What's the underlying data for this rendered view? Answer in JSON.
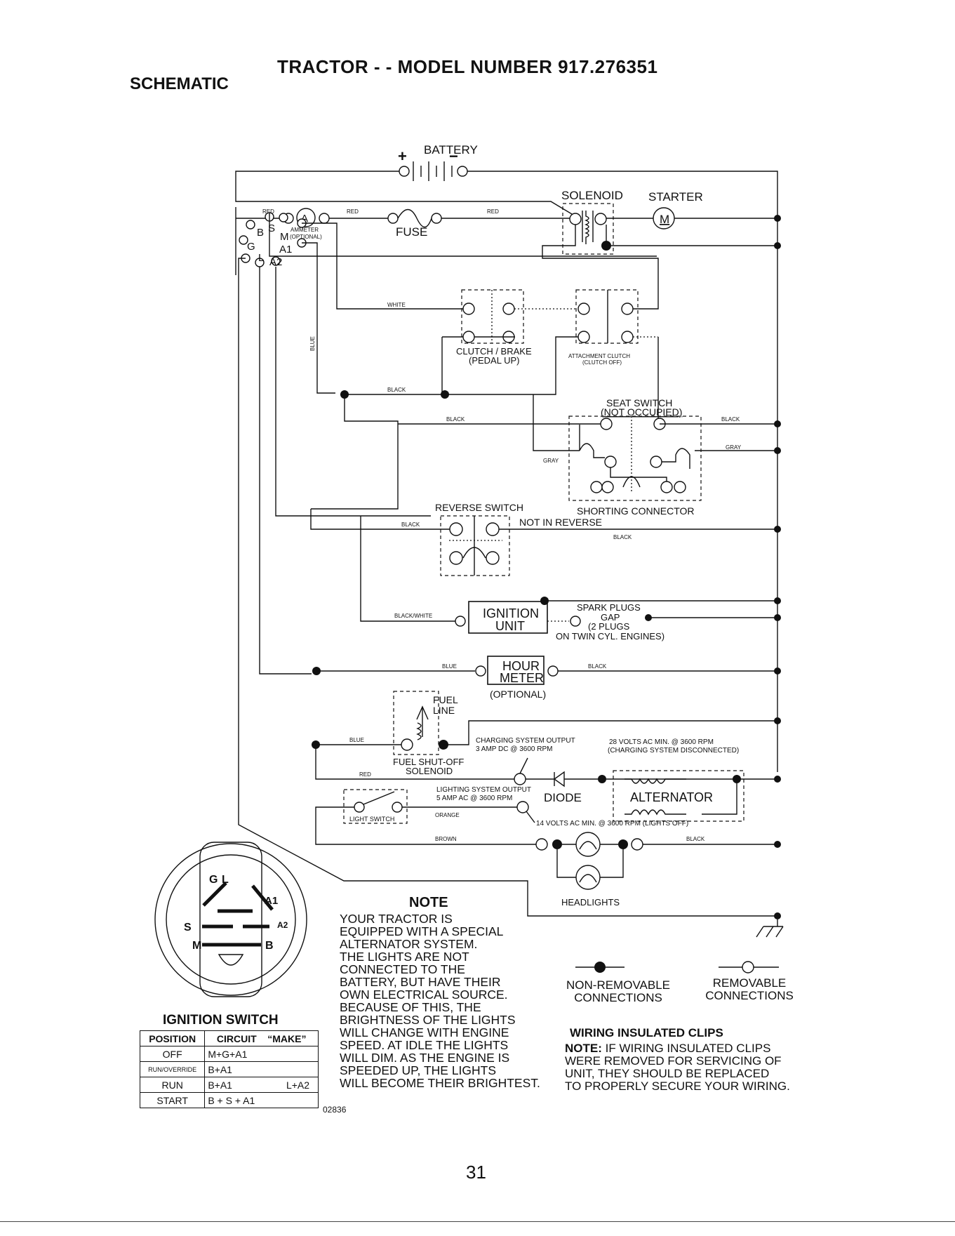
{
  "header": {
    "title": "TRACTOR - - MODEL NUMBER 917.276351",
    "subtitle": "SCHEMATIC"
  },
  "components": {
    "battery": "BATTERY",
    "battery_plus": "+",
    "battery_minus": "−",
    "solenoid": "SOLENOID",
    "starter": "STARTER",
    "starter_m": "M",
    "ammeter_a": "A",
    "ammeter": "AMMETER",
    "ammeter_opt": "(OPTIONAL)",
    "fuse": "FUSE",
    "term_b": "B",
    "term_s": "S",
    "term_m": "M",
    "term_g": "G",
    "term_a1": "A1",
    "term_l": "L",
    "term_a2": "A2",
    "clutch_brake": "CLUTCH / BRAKE",
    "pedal_up": "(PEDAL UP)",
    "attachment_clutch": "ATTACHMENT CLUTCH",
    "clutch_off": "(CLUTCH OFF)",
    "seat_switch": "SEAT SWITCH",
    "not_occupied": "(NOT OCCUPIED)",
    "shorting_connector": "SHORTING CONNECTOR",
    "reverse_switch": "REVERSE SWITCH",
    "not_in_reverse": "NOT IN REVERSE",
    "ignition_unit_1": "IGNITION",
    "ignition_unit_2": "UNIT",
    "spark_plugs": "SPARK PLUGS",
    "gap": "GAP",
    "two_plugs": "(2 PLUGS",
    "twin_cyl": "ON TWIN CYL. ENGINES)",
    "hour_meter_1": "HOUR",
    "hour_meter_2": "METER",
    "hour_optional": "(OPTIONAL)",
    "fuel_line_1": "FUEL",
    "fuel_line_2": "LINE",
    "fuel_solenoid_1": "FUEL SHUT-OFF",
    "fuel_solenoid_2": "SOLENOID",
    "charging_output_1": "CHARGING SYSTEM OUTPUT",
    "charging_output_2": "3 AMP DC @ 3600 RPM",
    "volts28_1": "28 VOLTS AC MIN. @ 3600 RPM",
    "volts28_2": "(CHARGING SYSTEM DISCONNECTED)",
    "lighting_output_1": "LIGHTING SYSTEM OUTPUT",
    "lighting_output_2": "5 AMP AC @ 3600 RPM",
    "diode": "DIODE",
    "alternator": "ALTERNATOR",
    "light_switch": "LIGHT SWITCH",
    "volts14": "14 VOLTS AC MIN. @ 3600 RPM (LIGHTS OFF)",
    "headlights": "HEADLIGHTS"
  },
  "wire_colors": {
    "red": "RED",
    "white": "WHITE",
    "blue": "BLUE",
    "black": "BLACK",
    "gray": "GRAY",
    "black_white": "BLACK/WHITE",
    "orange": "ORANGE",
    "brown": "BROWN"
  },
  "switch_face": {
    "g": "G",
    "l": "L",
    "a1": "A1",
    "a2": "A2",
    "s": "S",
    "m": "M",
    "b": "B"
  },
  "ignition_switch": {
    "title": "IGNITION SWITCH",
    "headers": [
      "POSITION",
      "CIRCUIT",
      "“MAKE”"
    ],
    "rows": [
      {
        "position": "OFF",
        "circuit": "M+G+A1",
        "make": ""
      },
      {
        "position": "RUN/OVERRIDE",
        "circuit": "B+A1",
        "make": ""
      },
      {
        "position": "RUN",
        "circuit": "B+A1",
        "make": "L+A2"
      },
      {
        "position": "START",
        "circuit": "B + S + A1",
        "make": ""
      }
    ]
  },
  "note": {
    "title": "NOTE",
    "lines": [
      "YOUR TRACTOR IS",
      "EQUIPPED WITH A SPECIAL",
      "ALTERNATOR SYSTEM.",
      "THE LIGHTS ARE NOT",
      "CONNECTED TO THE",
      "BATTERY, BUT HAVE THEIR",
      "OWN ELECTRICAL SOURCE.",
      "BECAUSE OF THIS, THE",
      "BRIGHTNESS OF THE LIGHTS",
      "WILL CHANGE WITH ENGINE",
      "SPEED.  AT IDLE THE LIGHTS",
      "WILL DIM.  AS THE ENGINE IS",
      "SPEEDED UP, THE LIGHTS",
      "WILL BECOME THEIR BRIGHTEST."
    ]
  },
  "drawing_code": "02836",
  "legend": {
    "non_removable_1": "NON-REMOVABLE",
    "non_removable_2": "CONNECTIONS",
    "removable_1": "REMOVABLE",
    "removable_2": "CONNECTIONS"
  },
  "clips": {
    "title": "WIRING INSULATED CLIPS",
    "note_label": "NOTE:",
    "lines": [
      " IF WIRING INSULATED CLIPS",
      "WERE REMOVED FOR SERVICING OF",
      " UNIT, THEY SHOULD BE REPLACED",
      "TO PROPERLY SECURE YOUR WIRING."
    ]
  },
  "page_number": "31"
}
